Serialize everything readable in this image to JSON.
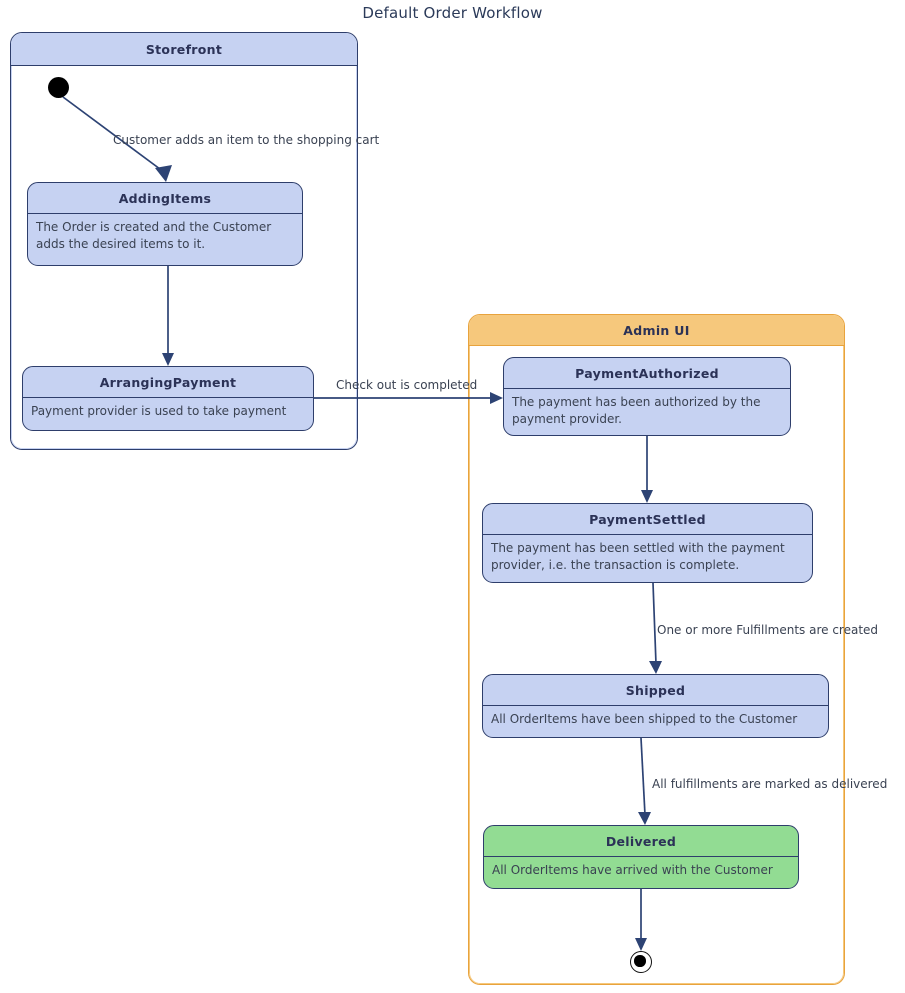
{
  "title": "Default Order Workflow",
  "colors": {
    "state_fill_blue": "#c6d2f2",
    "state_fill_green": "#92dc93",
    "state_border": "#2e3e6b",
    "storefront_header": "#c6d2f2",
    "adminui_header": "#f6c87c",
    "adminui_border": "#e8a33d",
    "edge_stroke": "#2d4374",
    "title_text": "#2b3a59",
    "body_text": "#3a4252"
  },
  "regions": [
    {
      "id": "storefront",
      "label": "Storefront"
    },
    {
      "id": "adminui",
      "label": "Admin UI"
    }
  ],
  "states": [
    {
      "id": "addingitems",
      "name": "AddingItems",
      "description": "The Order is created and the Customer adds the desired items to it.",
      "fill": "blue"
    },
    {
      "id": "arrangingpayment",
      "name": "ArrangingPayment",
      "description": "Payment provider is used to take payment",
      "fill": "blue"
    },
    {
      "id": "paymentauthorized",
      "name": "PaymentAuthorized",
      "description": "The payment has been authorized by the payment provider.",
      "fill": "blue"
    },
    {
      "id": "paymentsettled",
      "name": "PaymentSettled",
      "description": "The payment has been settled with the payment provider, i.e. the transaction is complete.",
      "fill": "blue"
    },
    {
      "id": "shipped",
      "name": "Shipped",
      "description": "All OrderItems have been shipped to the Customer",
      "fill": "blue"
    },
    {
      "id": "delivered",
      "name": "Delivered",
      "description": "All OrderItems have arrived with the Customer",
      "fill": "green"
    }
  ],
  "pseudostates": [
    {
      "id": "initial",
      "kind": "initial-state"
    },
    {
      "id": "final",
      "kind": "final-state"
    }
  ],
  "transitions": [
    {
      "id": "t1",
      "from": "initial",
      "to": "addingitems",
      "label": "Customer adds an item to the shopping cart"
    },
    {
      "id": "t2",
      "from": "addingitems",
      "to": "arrangingpayment",
      "label": ""
    },
    {
      "id": "t3",
      "from": "arrangingpayment",
      "to": "paymentauthorized",
      "label": "Check out is completed"
    },
    {
      "id": "t4",
      "from": "paymentauthorized",
      "to": "paymentsettled",
      "label": ""
    },
    {
      "id": "t5",
      "from": "paymentsettled",
      "to": "shipped",
      "label": "One or more Fulfillments are created"
    },
    {
      "id": "t6",
      "from": "shipped",
      "to": "delivered",
      "label": "All fulfillments are marked as delivered"
    },
    {
      "id": "t7",
      "from": "delivered",
      "to": "final",
      "label": ""
    }
  ]
}
